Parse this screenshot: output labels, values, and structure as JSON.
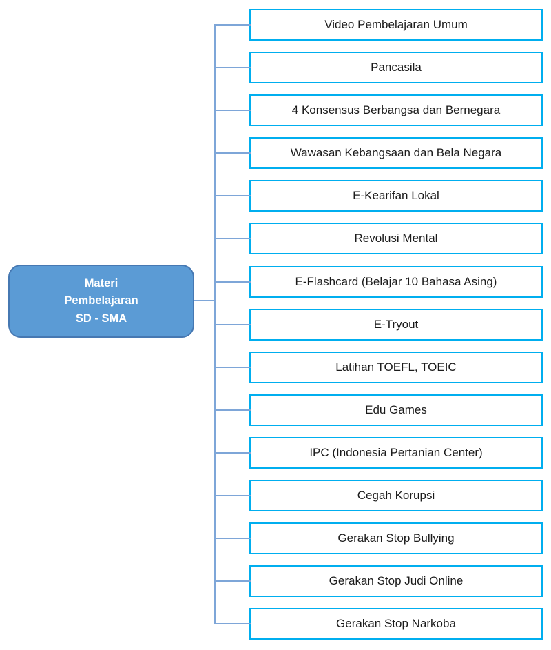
{
  "diagram": {
    "type": "tree",
    "root": {
      "line1": "Materi",
      "line2": "Pembelajaran",
      "line3": "SD - SMA"
    },
    "children": [
      "Video Pembelajaran Umum",
      "Pancasila",
      "4 Konsensus Berbangsa dan Bernegara",
      "Wawasan Kebangsaan dan Bela Negara",
      "E-Kearifan Lokal",
      "Revolusi Mental",
      "E-Flashcard (Belajar 10 Bahasa Asing)",
      "E-Tryout",
      "Latihan TOEFL, TOEIC",
      "Edu Games",
      "IPC (Indonesia Pertanian Center)",
      "Cegah Korupsi",
      "Gerakan Stop Bullying",
      "Gerakan Stop Judi Online",
      "Gerakan Stop Narkoba"
    ]
  },
  "colors": {
    "root_fill": "#5B9BD5",
    "root_border": "#4678B2",
    "item_border": "#00AEEF",
    "connector": "#7EA6D8",
    "text": "#1B1B1B",
    "root_text": "#FFFFFF",
    "bg": "#FFFFFF"
  }
}
